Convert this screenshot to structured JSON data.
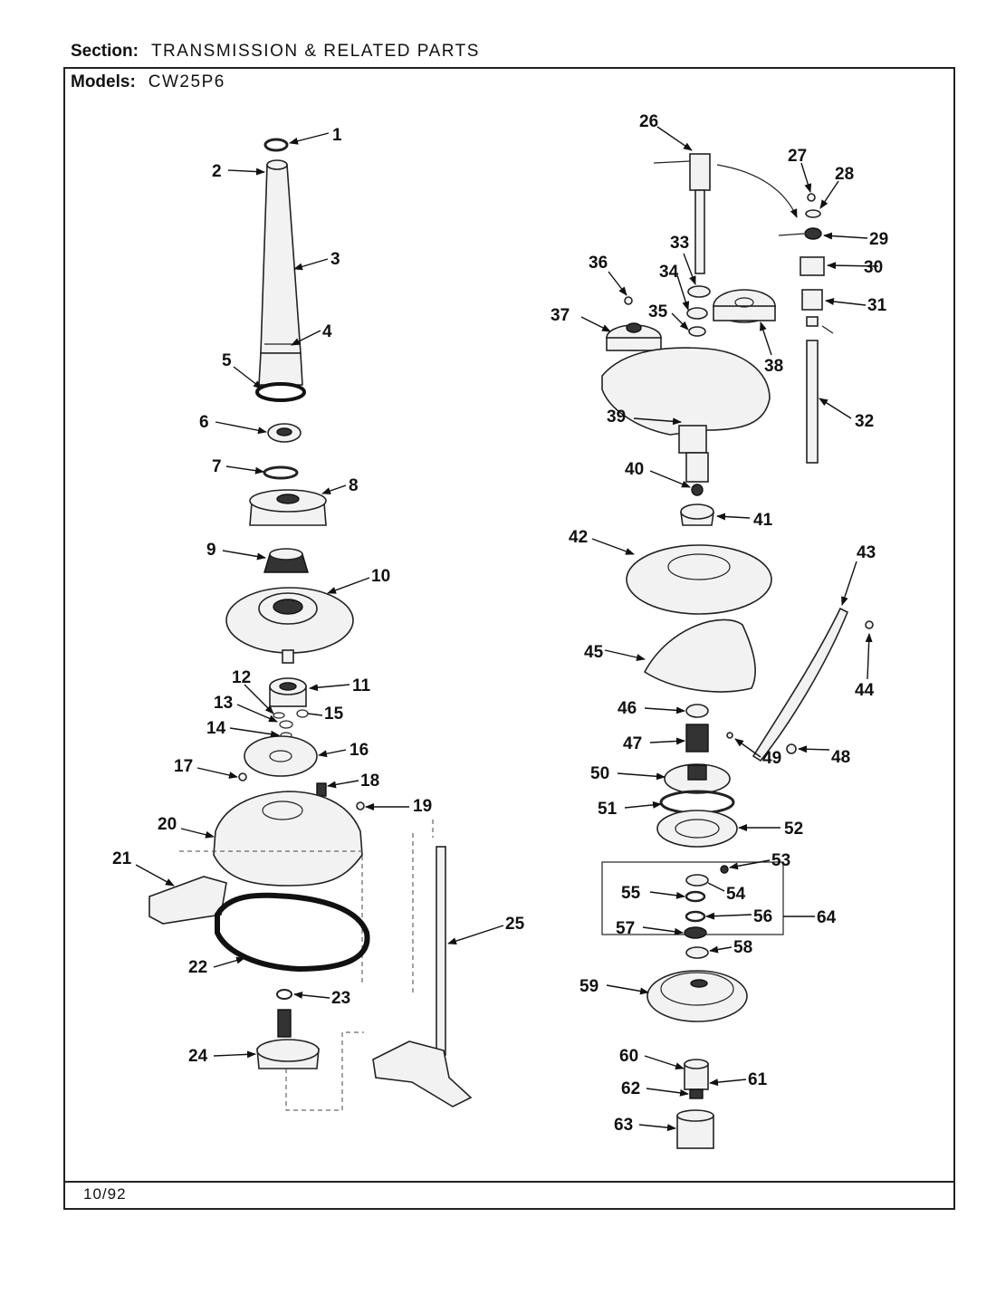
{
  "header": {
    "section_key": "Section:",
    "section_value": "TRANSMISSION & RELATED PARTS",
    "models_key": "Models:",
    "models_value": "CW25P6"
  },
  "footer": {
    "date": "10/92"
  },
  "callouts": [
    "1",
    "2",
    "3",
    "4",
    "5",
    "6",
    "7",
    "8",
    "9",
    "10",
    "11",
    "12",
    "13",
    "14",
    "15",
    "16",
    "17",
    "18",
    "19",
    "20",
    "21",
    "22",
    "23",
    "24",
    "25",
    "26",
    "27",
    "28",
    "29",
    "30",
    "31",
    "32",
    "33",
    "34",
    "35",
    "36",
    "37",
    "38",
    "39",
    "40",
    "41",
    "42",
    "43",
    "44",
    "45",
    "46",
    "47",
    "48",
    "49",
    "50",
    "51",
    "52",
    "53",
    "54",
    "55",
    "56",
    "57",
    "58",
    "59",
    "60",
    "61",
    "62",
    "63",
    "64"
  ]
}
